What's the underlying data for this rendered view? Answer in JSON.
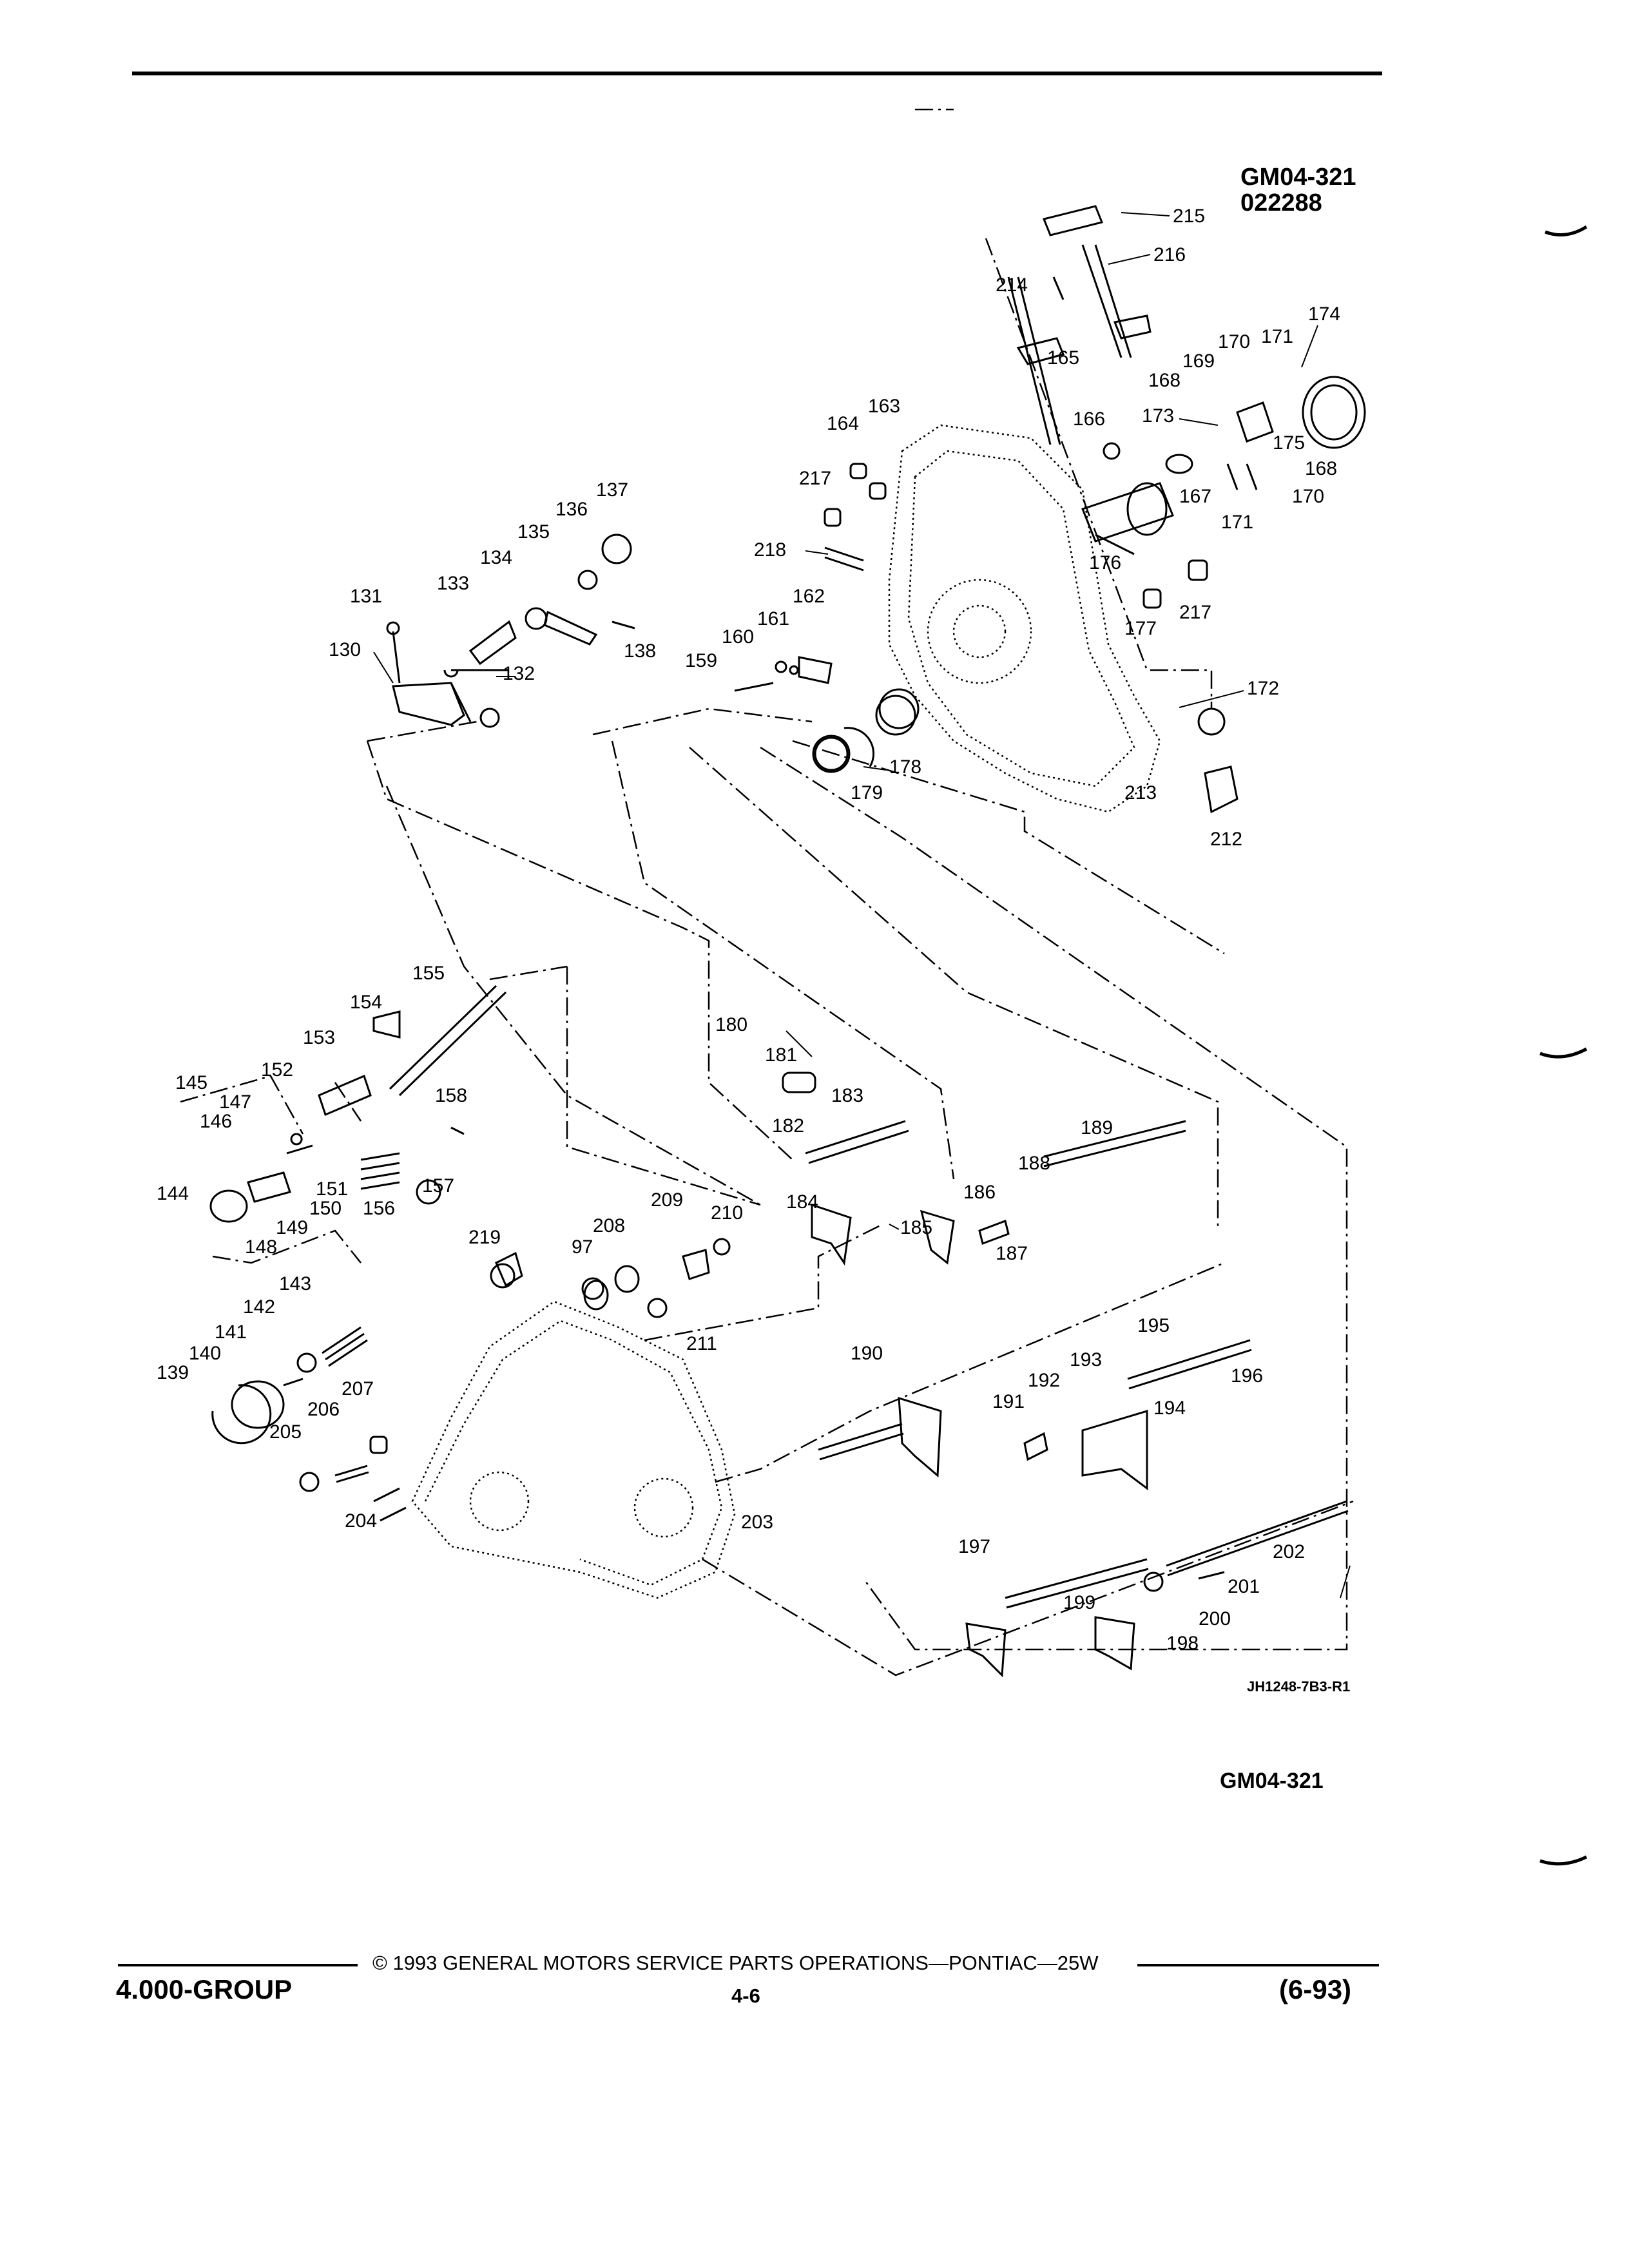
{
  "header": {
    "ref_code": "GM04-321",
    "date_code": "022288"
  },
  "figure": {
    "id": "JH1248-7B3-R1",
    "footer_ref": "GM04-321",
    "callouts": [
      "97",
      "130",
      "131",
      "132",
      "133",
      "134",
      "135",
      "136",
      "137",
      "138",
      "139",
      "140",
      "141",
      "142",
      "143",
      "144",
      "145",
      "146",
      "147",
      "148",
      "149",
      "150",
      "151",
      "152",
      "153",
      "154",
      "155",
      "156",
      "157",
      "158",
      "159",
      "160",
      "161",
      "162",
      "163",
      "164",
      "165",
      "166",
      "167",
      "168",
      "169",
      "170",
      "171",
      "172",
      "173",
      "174",
      "175",
      "176",
      "177",
      "178",
      "179",
      "180",
      "181",
      "182",
      "183",
      "184",
      "185",
      "186",
      "187",
      "188",
      "189",
      "190",
      "191",
      "192",
      "193",
      "194",
      "195",
      "196",
      "197",
      "198",
      "199",
      "200",
      "201",
      "202",
      "203",
      "204",
      "205",
      "206",
      "207",
      "208",
      "209",
      "210",
      "211",
      "212",
      "213",
      "214",
      "215",
      "216",
      "217",
      "218",
      "219"
    ]
  },
  "footer": {
    "copyright": "© 1993 GENERAL MOTORS SERVICE PARTS OPERATIONS—PONTIAC—25W",
    "group": "4.000-GROUP",
    "page": "4-6",
    "revision": "(6-93)"
  }
}
